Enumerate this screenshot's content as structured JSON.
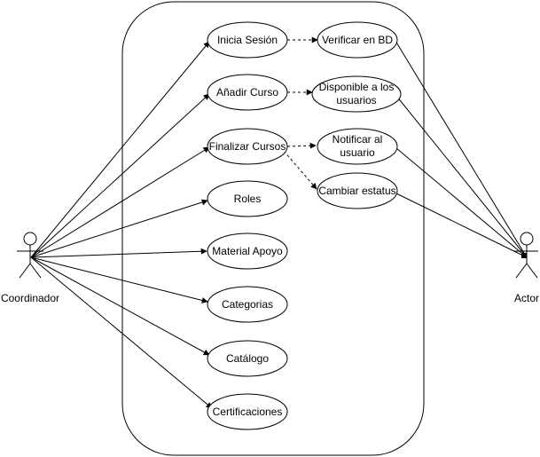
{
  "actors": {
    "left": {
      "label": "Coordinador"
    },
    "right": {
      "label": "Actor"
    }
  },
  "use_cases": {
    "inicia_sesion": {
      "lines": [
        "Inicia Sesión"
      ]
    },
    "anadir_curso": {
      "lines": [
        "Añadir Curso"
      ]
    },
    "finalizar_cursos": {
      "lines": [
        "Finalizar Cursos"
      ]
    },
    "roles": {
      "lines": [
        "Roles"
      ]
    },
    "material_apoyo": {
      "lines": [
        "Material Apoyo"
      ]
    },
    "categorias": {
      "lines": [
        "Categorias"
      ]
    },
    "catalogo": {
      "lines": [
        "Catálogo"
      ]
    },
    "certificaciones": {
      "lines": [
        "Certificaciones"
      ]
    },
    "verificar_bd": {
      "lines": [
        "Verificar en BD"
      ]
    },
    "disponible": {
      "lines": [
        "Disponible a los",
        "usuarios"
      ]
    },
    "notificar": {
      "lines": [
        "Notificar al",
        "usuario"
      ]
    },
    "cambiar_estatus": {
      "lines": [
        "Cambiar estatus"
      ]
    }
  }
}
